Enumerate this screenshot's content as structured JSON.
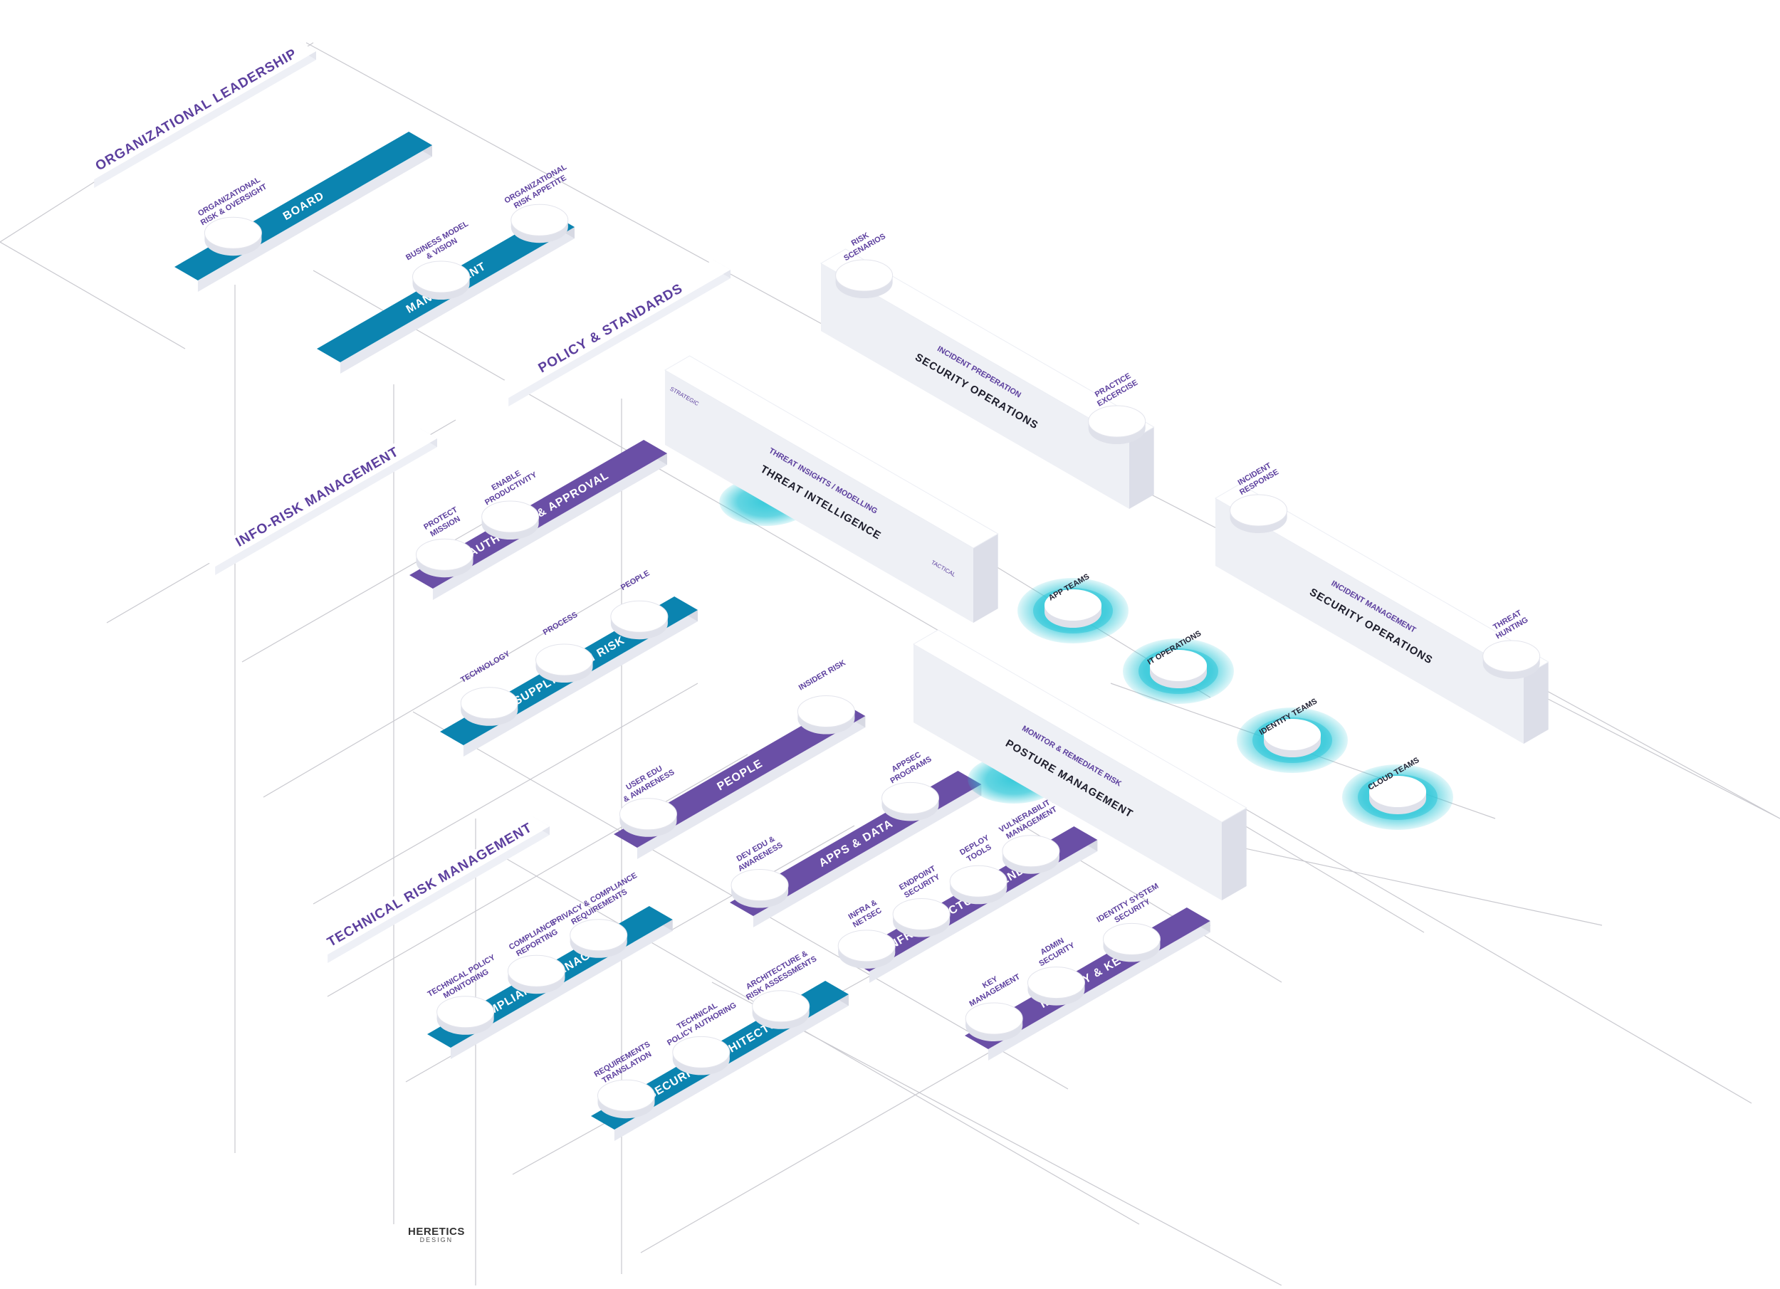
{
  "colors": {
    "blue": "#0b84b0",
    "purple": "#6a4fa6",
    "white_bar": "#f6f6fb",
    "label_purple": "#5c3f9e",
    "cyan_glow": "#2ec7d8",
    "line": "#c9c9cf"
  },
  "diagram": {
    "headers": [
      {
        "id": "org-leadership",
        "text": "ORGANIZATIONAL LEADERSHIP"
      },
      {
        "id": "policy-standards",
        "text": "POLICY & STANDARDS"
      },
      {
        "id": "info-risk",
        "text": "INFO-RISK MANAGEMENT"
      },
      {
        "id": "tech-risk",
        "text": "TECHNICAL RISK MANAGEMENT"
      }
    ],
    "bars": [
      {
        "id": "board",
        "text": "BOARD",
        "kind": "blue",
        "caps": [
          "ORGANIZATIONAL\nRISK & OVERSIGHT"
        ]
      },
      {
        "id": "management",
        "text": "MANAGEMENT",
        "kind": "blue",
        "caps": [
          "BUSINESS MODEL\n& VISION",
          "ORGANIZATIONAL\nRISK APPETITE"
        ]
      },
      {
        "id": "authoring",
        "text": "AUTHORING & APPROVAL",
        "kind": "purple",
        "caps": [
          "PROTECT\nMISSION",
          "ENABLE\nPRODUCTIVITY"
        ]
      },
      {
        "id": "supply-chain",
        "text": "SUPPLY CHAIN RISK",
        "kind": "blue",
        "caps": [
          "TECHNOLOGY",
          "PROCESS",
          "PEOPLE"
        ]
      },
      {
        "id": "people",
        "text": "PEOPLE",
        "kind": "purple",
        "caps": [
          "USER EDU\n& AWARENESS",
          "INSIDER RISK"
        ]
      },
      {
        "id": "apps-data",
        "text": "APPS & DATA",
        "kind": "purple",
        "caps": [
          "DEV EDU &\nAWARENESS",
          "APPSEC\nPROGRAMS"
        ]
      },
      {
        "id": "infra-endpoint",
        "text": "INFRASTRUCTURE & ENDPOINT",
        "kind": "purple",
        "caps": [
          "INFRA &\nNETSEC",
          "ENDPOINT\nSECURITY",
          "DEPLOY\nTOOLS",
          "VULNERABILITY\nMANAGEMENT"
        ]
      },
      {
        "id": "identity-keys",
        "text": "IDENTITY & KEYS",
        "kind": "purple",
        "caps": [
          "KEY\nMANAGEMENT",
          "ADMIN\nSECURITY",
          "IDENTITY SYSTEM\nSECURITY"
        ]
      },
      {
        "id": "compliance",
        "text": "COMPLIANCE MANAGEMENT",
        "kind": "blue",
        "caps": [
          "TECHNICAL POLICY\nMONITORING",
          "COMPLIANCE\nREPORTING",
          "PRIVACY & COMPLIANCE\nREQUIREMENTS"
        ]
      },
      {
        "id": "sec-arch",
        "text": "SECURITY ARCHITECTURE",
        "kind": "blue",
        "caps": [
          "REQUIREMENTS\nTRANSLATION",
          "TECHNICAL\nPOLICY AUTHORING",
          "ARCHITECTURE &\nRISK ASSESSMENTS"
        ]
      }
    ],
    "blocks": [
      {
        "id": "threat-intel",
        "title": "THREAT INTELLIGENCE",
        "subtitle": "THREAT INSIGHTS / MODELLING",
        "left_tag": "STRATEGIC",
        "right_tag": "TACTICAL",
        "caps": []
      },
      {
        "id": "secops-prep",
        "title": "SECURITY OPERATIONS",
        "subtitle": "INCIDENT PREPERATION",
        "left_tag": "",
        "right_tag": "",
        "caps": [
          "RISK\nSCENARIOS",
          "PRACTICE\nEXCERCISE"
        ]
      },
      {
        "id": "secops-mgmt",
        "title": "SECURITY OPERATIONS",
        "subtitle": "INCIDENT MANAGEMENT",
        "left_tag": "",
        "right_tag": "",
        "caps": [
          "INCIDENT\nRESPONSE",
          "THREAT\nHUNTING"
        ]
      },
      {
        "id": "posture",
        "title": "POSTURE MANAGEMENT",
        "subtitle": "MONITOR & REMEDIATE RISK",
        "left_tag": "",
        "right_tag": "",
        "caps": []
      }
    ],
    "teams": [
      "APP TEAMS",
      "IT OPERATIONS",
      "IDENTITY TEAMS",
      "CLOUD TEAMS"
    ]
  },
  "logo": {
    "main": "HERETICS",
    "sub": "DESIGN"
  }
}
